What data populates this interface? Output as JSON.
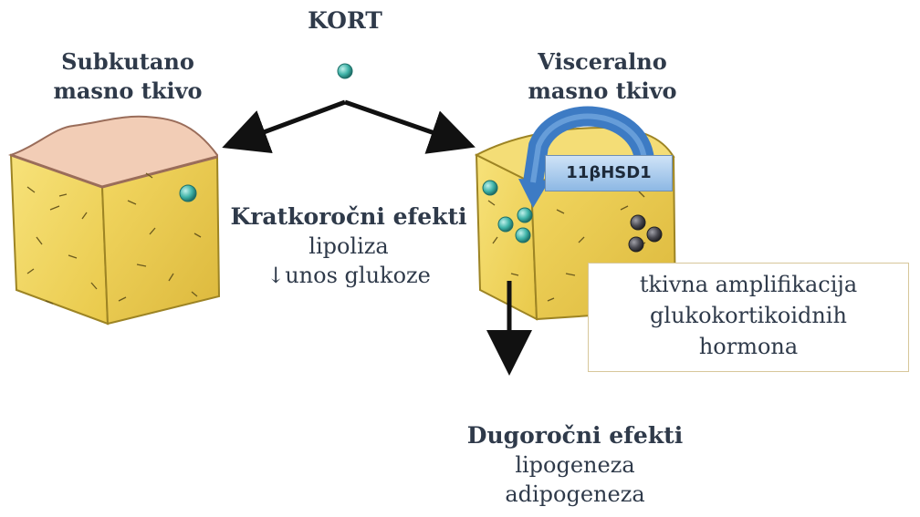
{
  "top_label": "KORT",
  "subcutaneous": {
    "line1": "Subkutano",
    "line2": "masno tkivo"
  },
  "visceral": {
    "line1": "Visceralno",
    "line2": "masno tkivo"
  },
  "enzyme_label": "11βHSD1",
  "short_term": {
    "heading": "Kratkoročni efekti",
    "item1": "lipoliza",
    "item2": "↓unos glukoze"
  },
  "amplification_box": {
    "line1": "tkivna amplifikacija",
    "line2": "glukokortikoidnih",
    "line3": "hormona"
  },
  "long_term": {
    "heading": "Dugoročni efekti",
    "item1": "lipogeneza",
    "item2": "adipogeneza"
  },
  "colors": {
    "fat_tissue": "#f0d65a",
    "cut_surface": "#f2cdb6",
    "teal_molecule": "#3fb3a8",
    "gray_molecule": "#4a4a52",
    "enzyme_arrow": "#3d7bc4",
    "text": "#2f3a4a"
  }
}
